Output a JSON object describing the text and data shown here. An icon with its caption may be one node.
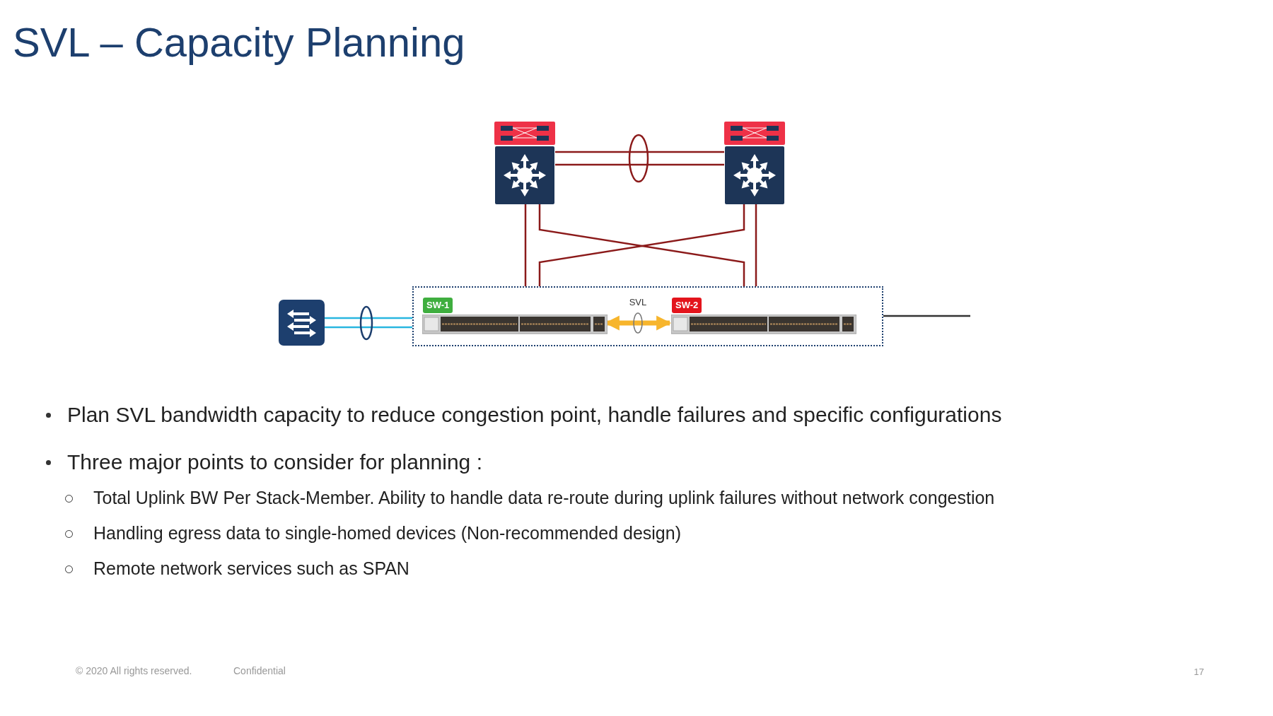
{
  "diagram": {
    "title": "SVL – Capacity Planning",
    "nodes": [
      {
        "text": [],
        "shape": "box"
      },
      {
        "text": [],
        "shape": "box"
      },
      {
        "text": [],
        "shape": "box"
      },
      {
        "text": [
          "SW-1"
        ],
        "in": 2
      },
      {
        "text": [
          "SW-2"
        ],
        "in": 2
      },
      {
        "text": [],
        "shape": "box"
      }
    ],
    "edges": [
      {
        "from": 0,
        "to": 1,
        "arrow": "none"
      },
      {
        "from": 0,
        "to": 1,
        "arrow": "none"
      },
      {
        "from": 0,
        "to": 2,
        "arrow": "none"
      },
      {
        "from": 0,
        "to": 2,
        "arrow": "none"
      },
      {
        "from": 1,
        "to": 2,
        "arrow": "none"
      },
      {
        "from": 1,
        "to": 2,
        "arrow": "none"
      },
      {
        "from": 5,
        "to": 2,
        "arrow": "none",
        "color": "#29b6e0"
      },
      {
        "from": 5,
        "to": 2,
        "arrow": "none",
        "color": "#29b6e0"
      },
      {
        "from": 3,
        "to": 4,
        "arrow": "both",
        "label": "SVL",
        "style": "thick",
        "color": "#f7b52c"
      },
      {
        "from": 2,
        "to": null,
        "arrow": "none",
        "color": "#333333"
      }
    ],
    "labels": [
      "Plan SVL bandwidth capacity to reduce congestion point, handle failures and specific configurations",
      "Three major points to consider for planning :",
      "Total Uplink BW Per Stack-Member. Ability to handle data re-route during uplink failures without network congestion",
      "Handling egress data to single-homed devices (Non-recommended design)",
      "Remote network services such as SPAN",
      "© 2020 All rights reserved.",
      "Confidential",
      "17"
    ]
  }
}
